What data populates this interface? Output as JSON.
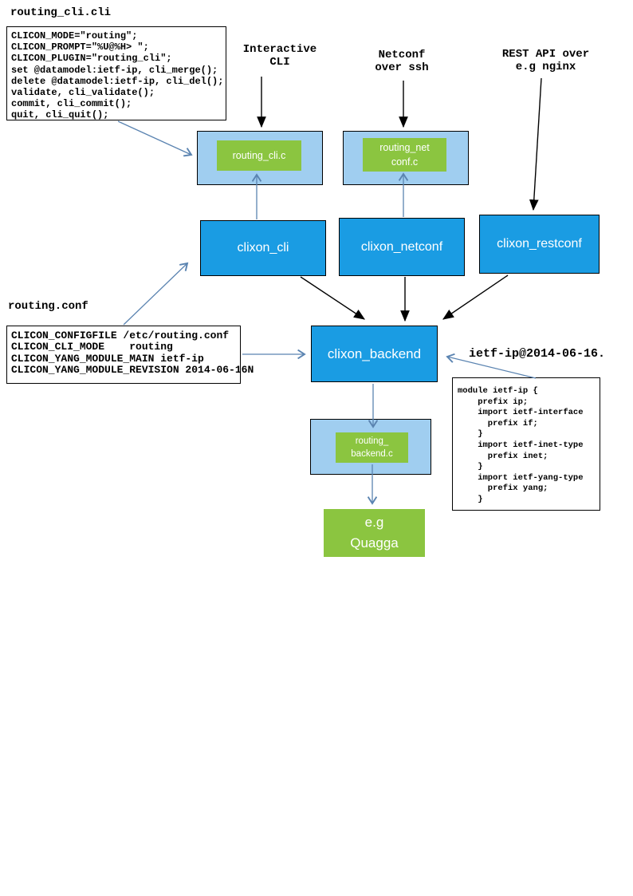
{
  "colors": {
    "node_blue": "#1A9CE3",
    "panel_light_blue": "#A0CEF0",
    "file_green": "#8BC540",
    "connector_blue": "#5B84B1",
    "arrow_black": "#000000"
  },
  "titles": {
    "routing_cli_file": "routing_cli.cli",
    "routing_conf_file": "routing.conf",
    "yang_revision_label": "ietf-ip@2014-06-16."
  },
  "channel_labels": {
    "interactive_cli": [
      "Interactive",
      "CLI"
    ],
    "netconf": [
      "Netconf",
      "over ssh"
    ],
    "rest_api": [
      "REST API over",
      "e.g nginx"
    ]
  },
  "code_boxes": {
    "routing_cli": {
      "lines": [
        "CLICON_MODE=\"routing\";",
        "CLICON_PROMPT=\"%U@%H> \";",
        "CLICON_PLUGIN=\"routing_cli\";",
        "set @datamodel:ietf-ip, cli_merge();",
        "delete @datamodel:ietf-ip, cli_del();",
        "validate, cli_validate();",
        "commit, cli_commit();",
        "quit, cli_quit();"
      ]
    },
    "routing_conf": {
      "lines": [
        "CLICON_CONFIGFILE /etc/routing.conf",
        "CLICON_CLI_MODE    routing",
        "CLICON_YANG_MODULE_MAIN ietf-ip",
        "CLICON_YANG_MODULE_REVISION 2014-06-16N"
      ]
    },
    "ietf_module": {
      "lines": [
        "module ietf-ip {",
        "    prefix ip;",
        "    import ietf-interface",
        "      prefix if;",
        "    }",
        "    import ietf-inet-type",
        "      prefix inet;",
        "    }",
        "    import ietf-yang-type",
        "      prefix yang;",
        "    }"
      ]
    }
  },
  "nodes": {
    "routing_cli_c": "routing_cli.c",
    "routing_netconf_c": [
      "routing_net",
      "conf.c"
    ],
    "clixon_cli": "clixon_cli",
    "clixon_netconf": "clixon_netconf",
    "clixon_restconf": "clixon_restconf",
    "clixon_backend": "clixon_backend",
    "routing_backend_c": [
      "routing_",
      "backend.c"
    ],
    "quagga": [
      "e.g",
      "Quagga"
    ]
  }
}
